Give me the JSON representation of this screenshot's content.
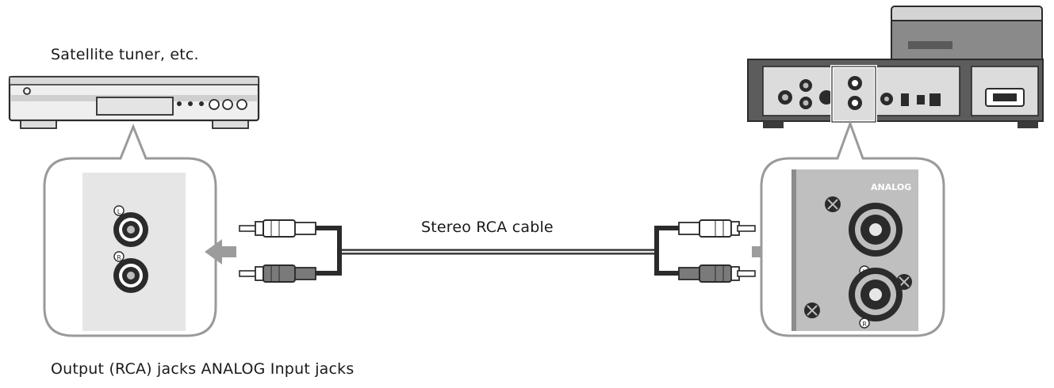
{
  "labels": {
    "source_device": "Satellite tuner, etc.",
    "cable": "Stereo RCA cable",
    "jacks_caption": "Output (RCA) jacks ANALOG Input jacks"
  },
  "panel_text": {
    "analog_label": "ANALOG",
    "left_channel": "L",
    "right_channel": "R"
  },
  "colors": {
    "line": "#2b2b2b",
    "panel_fill": "#e6e6e6",
    "callout_border": "#9a9a9a",
    "arrow": "#9c9c9c",
    "device_body": "#ececec"
  }
}
